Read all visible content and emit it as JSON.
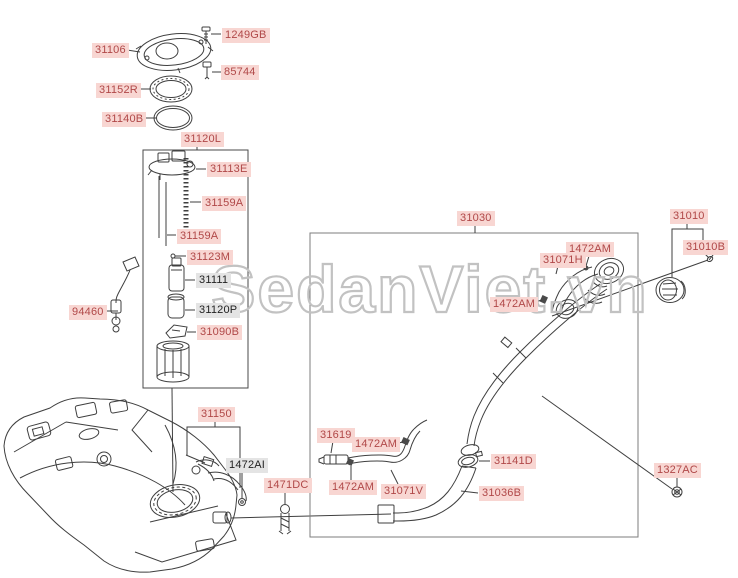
{
  "diagram": {
    "title": "Fuel tank and filler pipe parts diagram",
    "watermark": "SedanViet.vn",
    "colors": {
      "highlight_label_bg": "#f8d6d2",
      "highlight_label_text": "#b04848",
      "plain_label_bg": "#e4e4e4",
      "plain_label_text": "#222222",
      "line": "#3f3f3f",
      "watermark_stroke": "#c2c2c2"
    },
    "labels": [
      {
        "text": "31106",
        "style": "highlight"
      },
      {
        "text": "1249GB",
        "style": "highlight"
      },
      {
        "text": "85744",
        "style": "highlight"
      },
      {
        "text": "31152R",
        "style": "highlight"
      },
      {
        "text": "31140B",
        "style": "highlight"
      },
      {
        "text": "31120L",
        "style": "highlight"
      },
      {
        "text": "31113E",
        "style": "highlight"
      },
      {
        "text": "31159A",
        "style": "highlight"
      },
      {
        "text": "31159A",
        "style": "highlight"
      },
      {
        "text": "31123M",
        "style": "highlight"
      },
      {
        "text": "31111",
        "style": "plain"
      },
      {
        "text": "31120P",
        "style": "plain"
      },
      {
        "text": "31090B",
        "style": "highlight"
      },
      {
        "text": "94460",
        "style": "highlight"
      },
      {
        "text": "31030",
        "style": "highlight"
      },
      {
        "text": "1472AM",
        "style": "highlight"
      },
      {
        "text": "31071H",
        "style": "highlight"
      },
      {
        "text": "1472AM",
        "style": "highlight"
      },
      {
        "text": "31010",
        "style": "highlight"
      },
      {
        "text": "31010B",
        "style": "highlight"
      },
      {
        "text": "31150",
        "style": "highlight"
      },
      {
        "text": "1472AI",
        "style": "plain"
      },
      {
        "text": "1471DC",
        "style": "highlight"
      },
      {
        "text": "31619",
        "style": "highlight"
      },
      {
        "text": "1472AM",
        "style": "highlight"
      },
      {
        "text": "1472AM",
        "style": "highlight"
      },
      {
        "text": "31071V",
        "style": "highlight"
      },
      {
        "text": "31141D",
        "style": "highlight"
      },
      {
        "text": "31036B",
        "style": "highlight"
      },
      {
        "text": "1327AC",
        "style": "highlight"
      }
    ]
  }
}
